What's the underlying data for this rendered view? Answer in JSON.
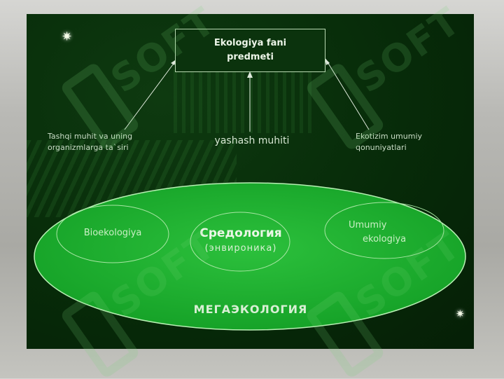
{
  "header": {
    "title_line1": "Ekologiya fani",
    "title_line2": "predmeti"
  },
  "inputs": {
    "left": "Tashqi muhit va uning organizmlarga ta`siri",
    "center": "yashash muhiti",
    "right": "Ekotizim umumiy qonuniyatlari"
  },
  "ellipse": {
    "label": "МЕГАЭКОЛОГИЯ",
    "left": "Bioekologiya",
    "center_title": "Средология",
    "center_sub": "(энвироника)",
    "right_line1": "Umumiy",
    "right_line2": "ekologiya"
  },
  "watermark": "SOFT",
  "colors": {
    "slide_bg": "#072b09",
    "ellipse_fill": "#18a82a",
    "ellipse_stroke": "#b7f0b3",
    "text_light": "#ecf5e8"
  }
}
